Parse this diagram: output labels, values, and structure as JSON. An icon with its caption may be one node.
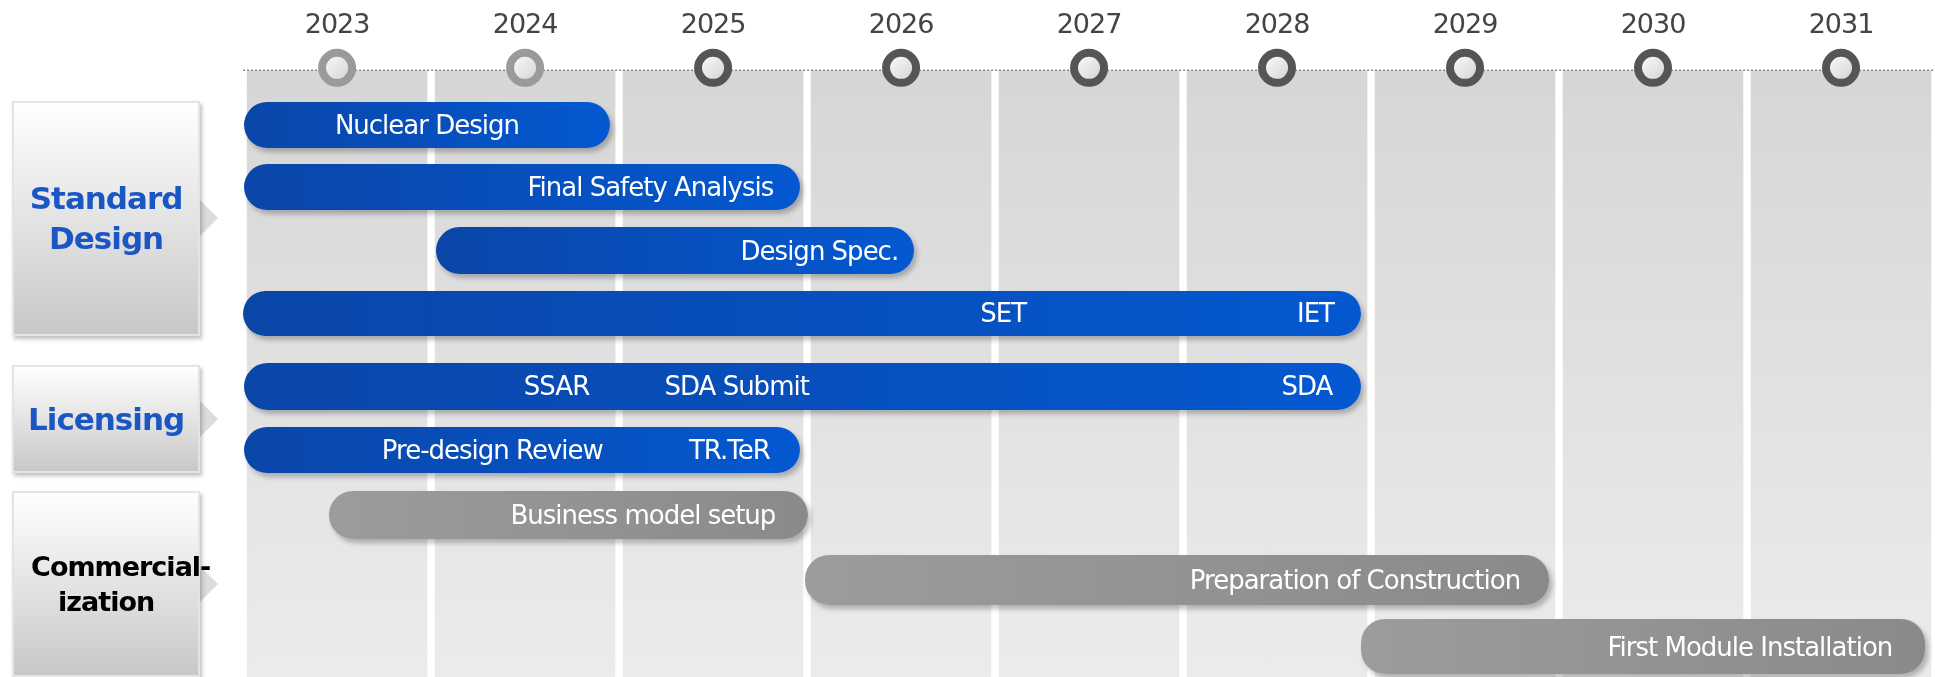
{
  "diagram": {
    "nodes": [
      {
        "text": [
          "Standard Design"
        ]
      },
      {
        "text": [
          "Nuclear Design"
        ]
      },
      {
        "text": [
          "Final Safety Analysis"
        ]
      },
      {
        "text": [
          "Design Spec."
        ]
      },
      {
        "text": [
          "SET",
          "IET"
        ]
      },
      {
        "text": [
          "Licensing"
        ]
      },
      {
        "text": [
          "SSAR",
          "SDA Submit",
          "SDA"
        ]
      },
      {
        "text": [
          "Pre-design Review",
          "TR.TeR"
        ]
      },
      {
        "text": [
          "Commercial-ization"
        ]
      },
      {
        "text": [
          "Business model setup"
        ]
      },
      {
        "text": [
          "Preparation of Construction"
        ]
      },
      {
        "text": [
          "First Module Installation"
        ]
      }
    ],
    "labels": [
      "2023",
      "2024",
      "2025",
      "2026",
      "2027",
      "2028",
      "2029",
      "2030",
      "2031"
    ]
  }
}
